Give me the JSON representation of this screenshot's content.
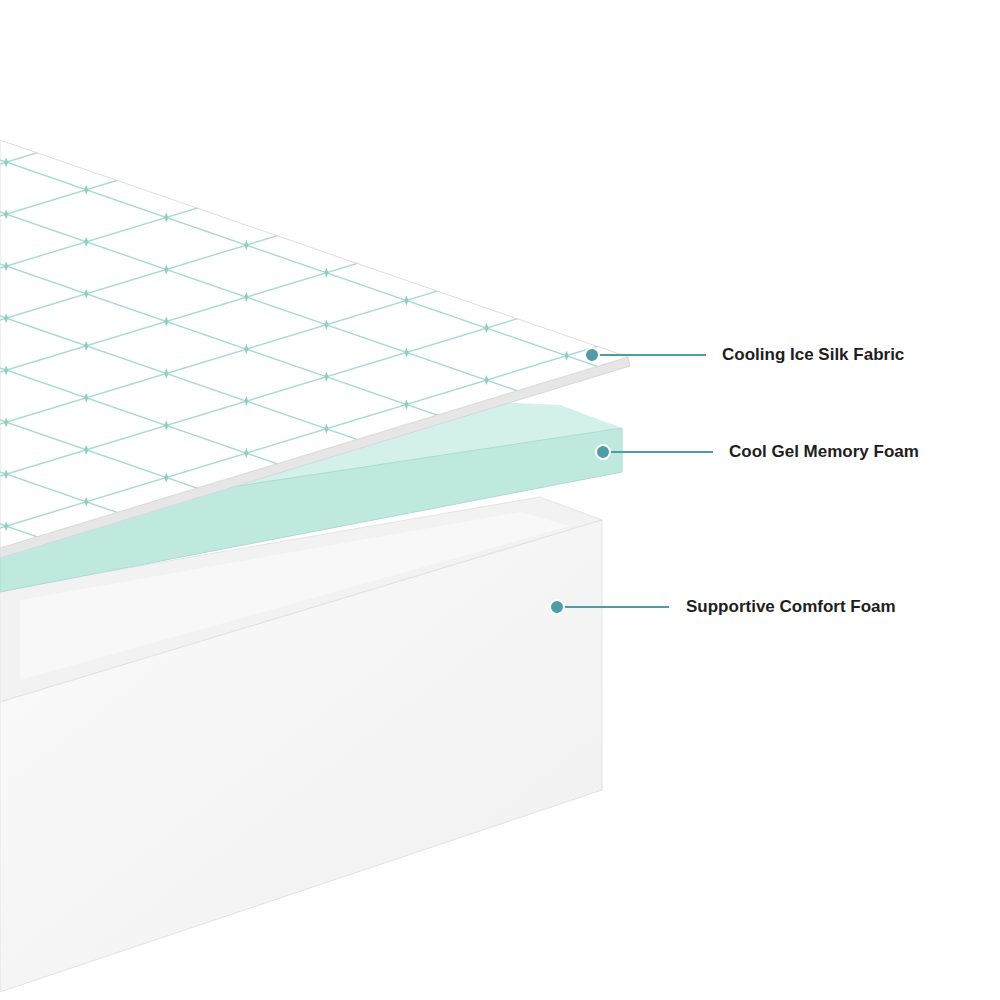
{
  "diagram": {
    "labels": [
      "Cooling Ice Silk Fabric",
      "Cool Gel Memory Foam",
      "Supportive Comfort Foam"
    ]
  }
}
